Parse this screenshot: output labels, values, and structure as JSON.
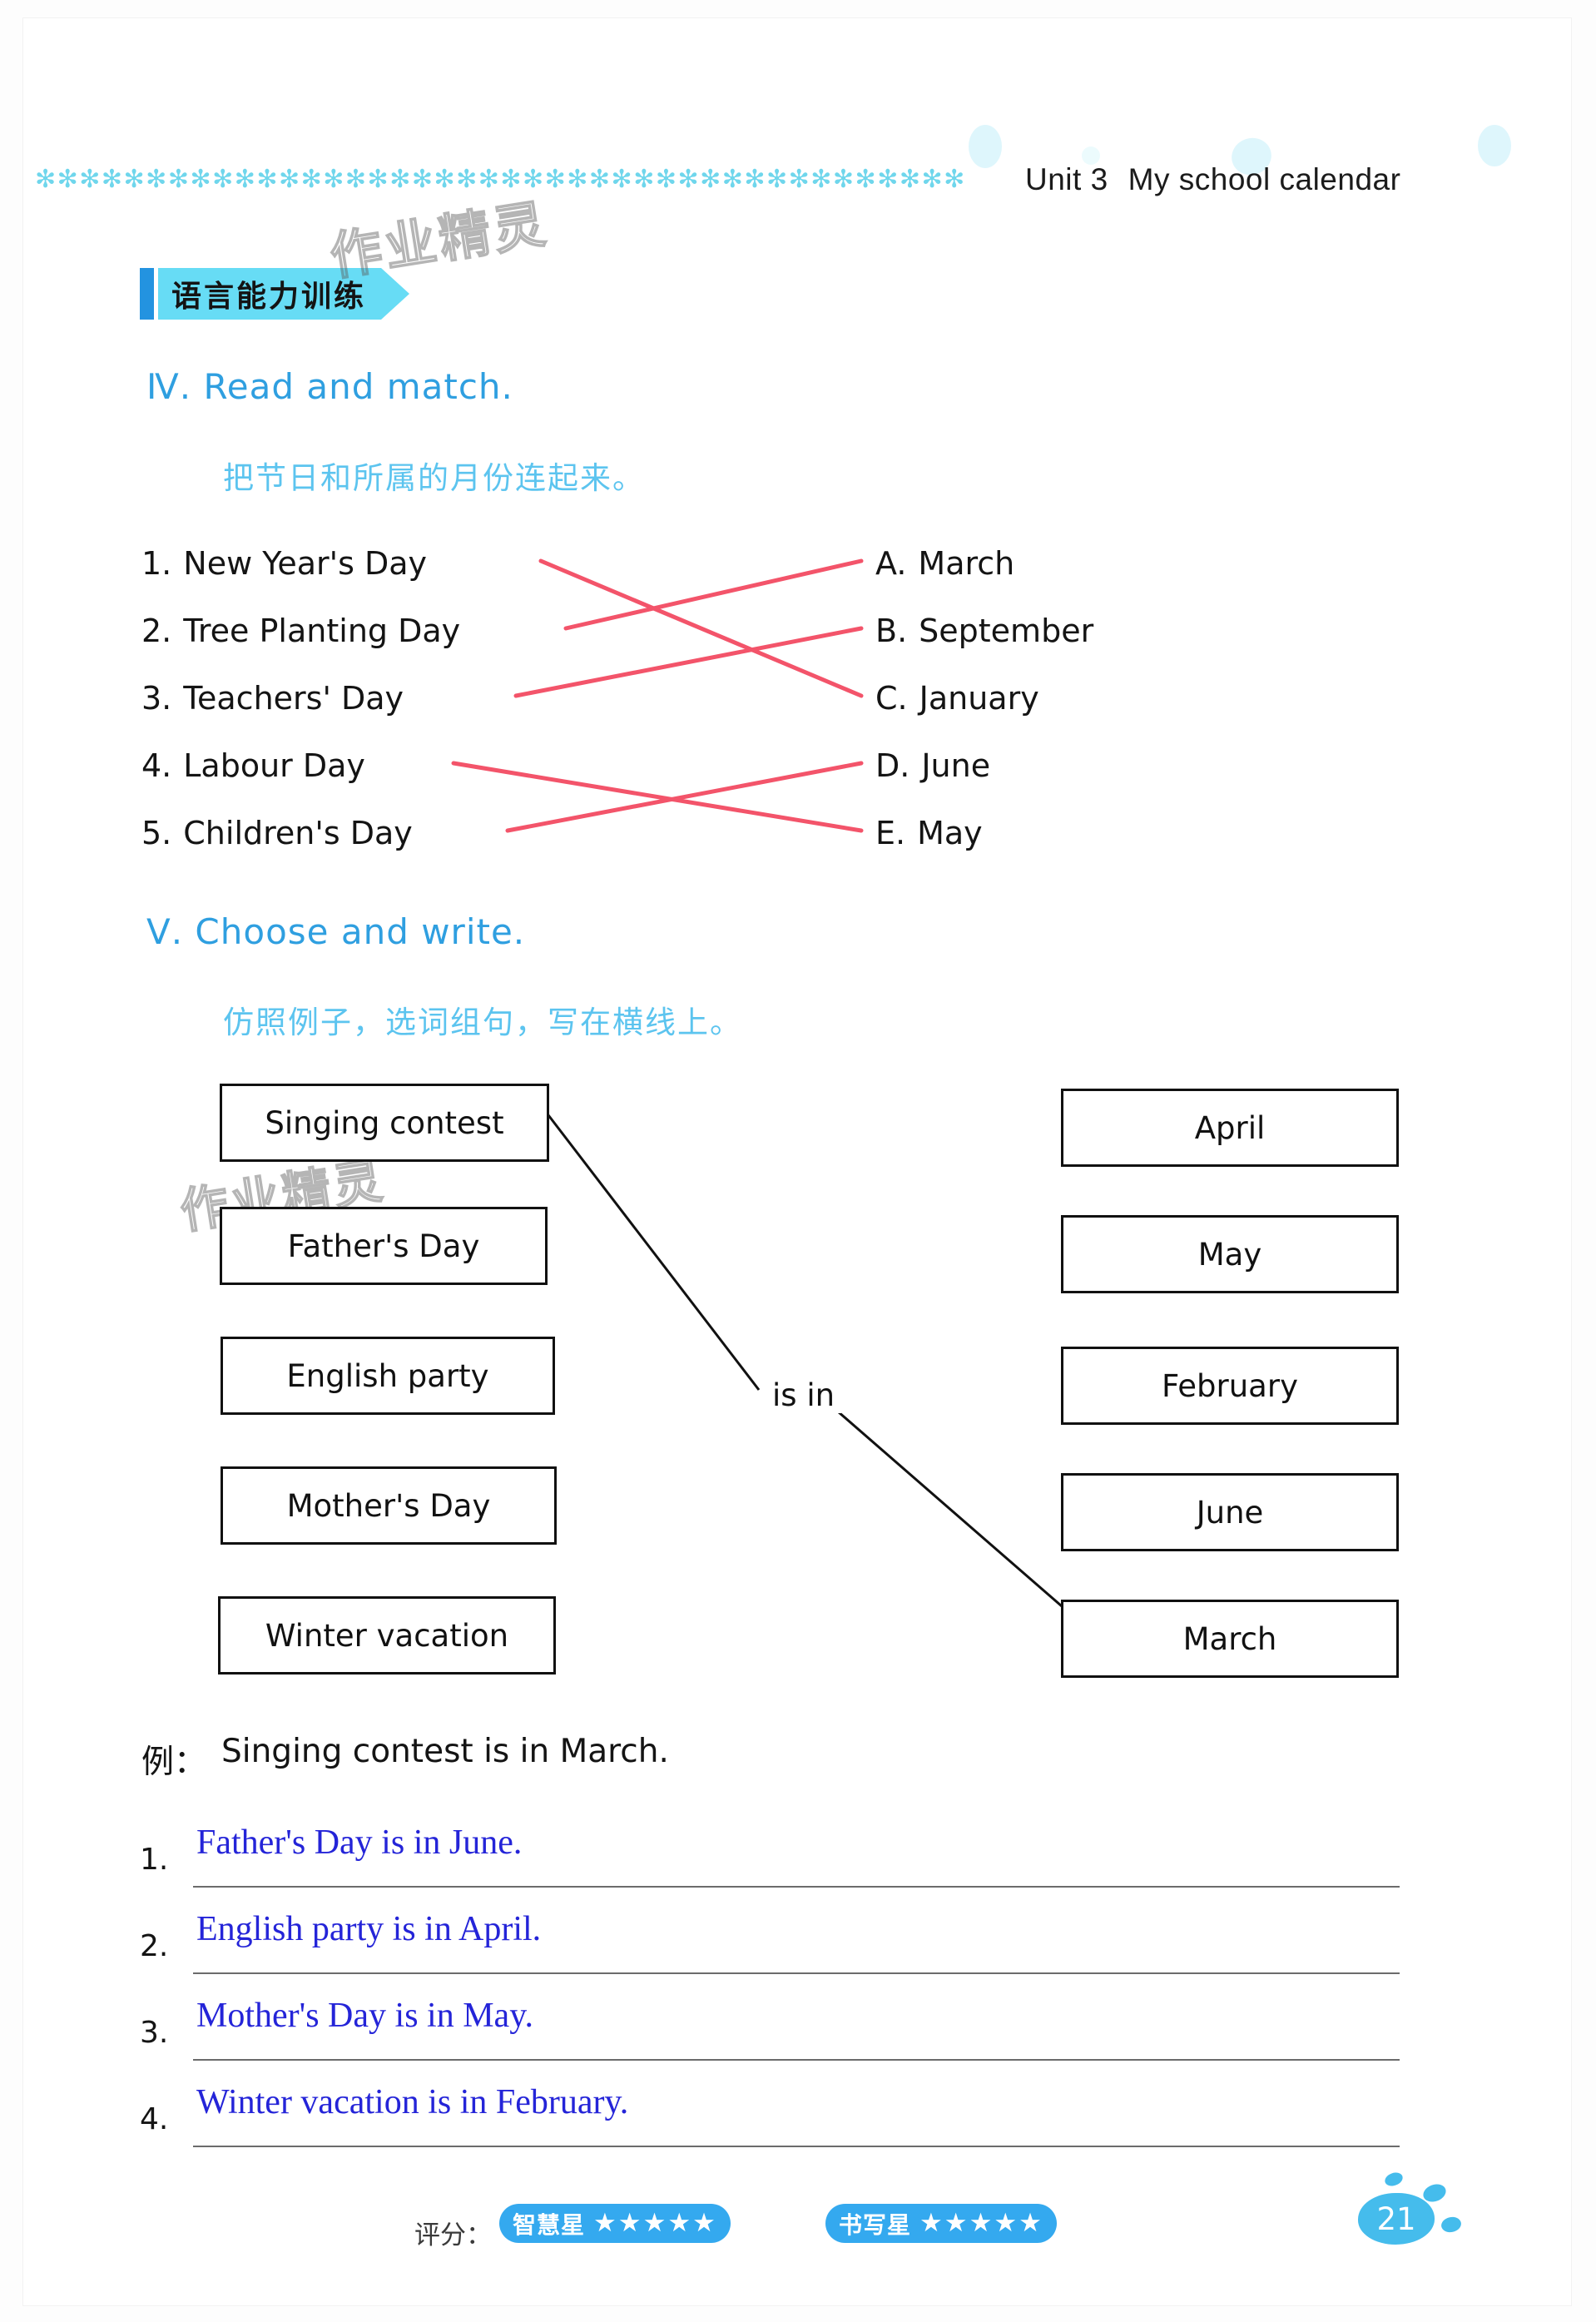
{
  "header": {
    "unit": "Unit 3",
    "title": "My school calendar",
    "decor_rule": "✻✻✻✻✻✻✻✻✻✻✻✻✻✻✻✻✻✻✻✻✻✻✻✻✻✻✻✻✻✻✻✻✻✻✻✻✻✻✻✻✻✻✻✻"
  },
  "section_badge": {
    "label": "语言能力训练"
  },
  "watermark": {
    "text": "作业精灵"
  },
  "exercise4": {
    "title": "Ⅳ. Read and match.",
    "subtitle": "把节日和所属的月份连起来。",
    "left_items": [
      {
        "num": "1.",
        "label": "New Year's Day"
      },
      {
        "num": "2.",
        "label": "Tree Planting Day"
      },
      {
        "num": "3.",
        "label": "Teachers' Day"
      },
      {
        "num": "4.",
        "label": "Labour Day"
      },
      {
        "num": "5.",
        "label": "Children's Day"
      }
    ],
    "right_items": [
      {
        "num": "A.",
        "label": "March"
      },
      {
        "num": "B.",
        "label": "September"
      },
      {
        "num": "C.",
        "label": "January"
      },
      {
        "num": "D.",
        "label": "June"
      },
      {
        "num": "E.",
        "label": "May"
      }
    ],
    "matches": [
      {
        "from": "1",
        "to": "C"
      },
      {
        "from": "2",
        "to": "A"
      },
      {
        "from": "3",
        "to": "B"
      },
      {
        "from": "4",
        "to": "E"
      },
      {
        "from": "5",
        "to": "D"
      }
    ],
    "line_color": "#f3546a"
  },
  "exercise5": {
    "title": "Ⅴ. Choose and write.",
    "subtitle": "仿照例子，选词组句，写在横线上。",
    "connector_label": "is in",
    "event_boxes": [
      "Singing contest",
      "Father's Day",
      "English party",
      "Mother's Day",
      "Winter vacation"
    ],
    "month_boxes": [
      "April",
      "May",
      "February",
      "June",
      "March"
    ],
    "drawn_connection": {
      "from": "Singing contest",
      "to": "March"
    },
    "example_label": "例：",
    "example_sentence": "Singing contest is in March.",
    "answers": [
      {
        "num": "1.",
        "text": "Father's Day is in June."
      },
      {
        "num": "2.",
        "text": "English party is in April."
      },
      {
        "num": "3.",
        "text": "Mother's Day is in May."
      },
      {
        "num": "4.",
        "text": "Winter vacation is in February."
      }
    ],
    "answer_color": "#2424d8"
  },
  "footer": {
    "score_label": "评分：",
    "ratings": [
      {
        "name": "智慧星",
        "stars": "★★★★★",
        "count": 5
      },
      {
        "name": "书写星",
        "stars": "★★★★★",
        "count": 5
      }
    ],
    "page_number": "21"
  }
}
